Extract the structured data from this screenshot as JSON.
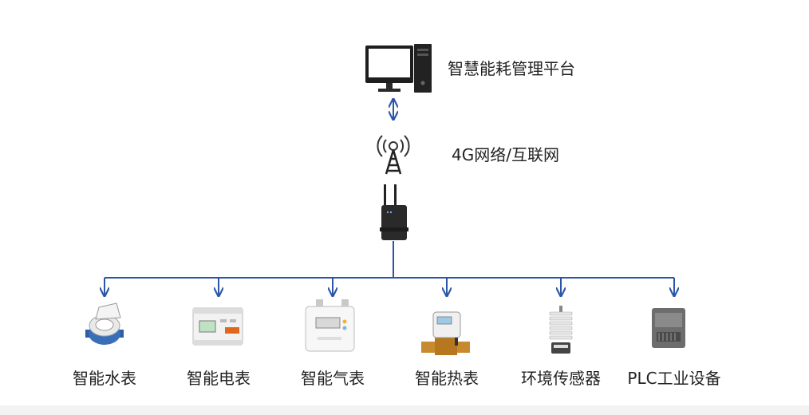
{
  "platform": {
    "label": "智慧能耗管理平台"
  },
  "network": {
    "label": "4G网络/互联网"
  },
  "devices": [
    {
      "label": "智能水表",
      "icon": "water-meter-icon"
    },
    {
      "label": "智能电表",
      "icon": "electric-meter-icon"
    },
    {
      "label": "智能气表",
      "icon": "gas-meter-icon"
    },
    {
      "label": "智能热表",
      "icon": "heat-meter-icon"
    },
    {
      "label": "环境传感器",
      "icon": "environment-sensor-icon"
    },
    {
      "label": "PLC工业设备",
      "icon": "plc-device-icon"
    }
  ],
  "colors": {
    "connector": "#2a56a6",
    "device_dark": "#2b2b2b",
    "device_light": "#f2f2f2"
  }
}
